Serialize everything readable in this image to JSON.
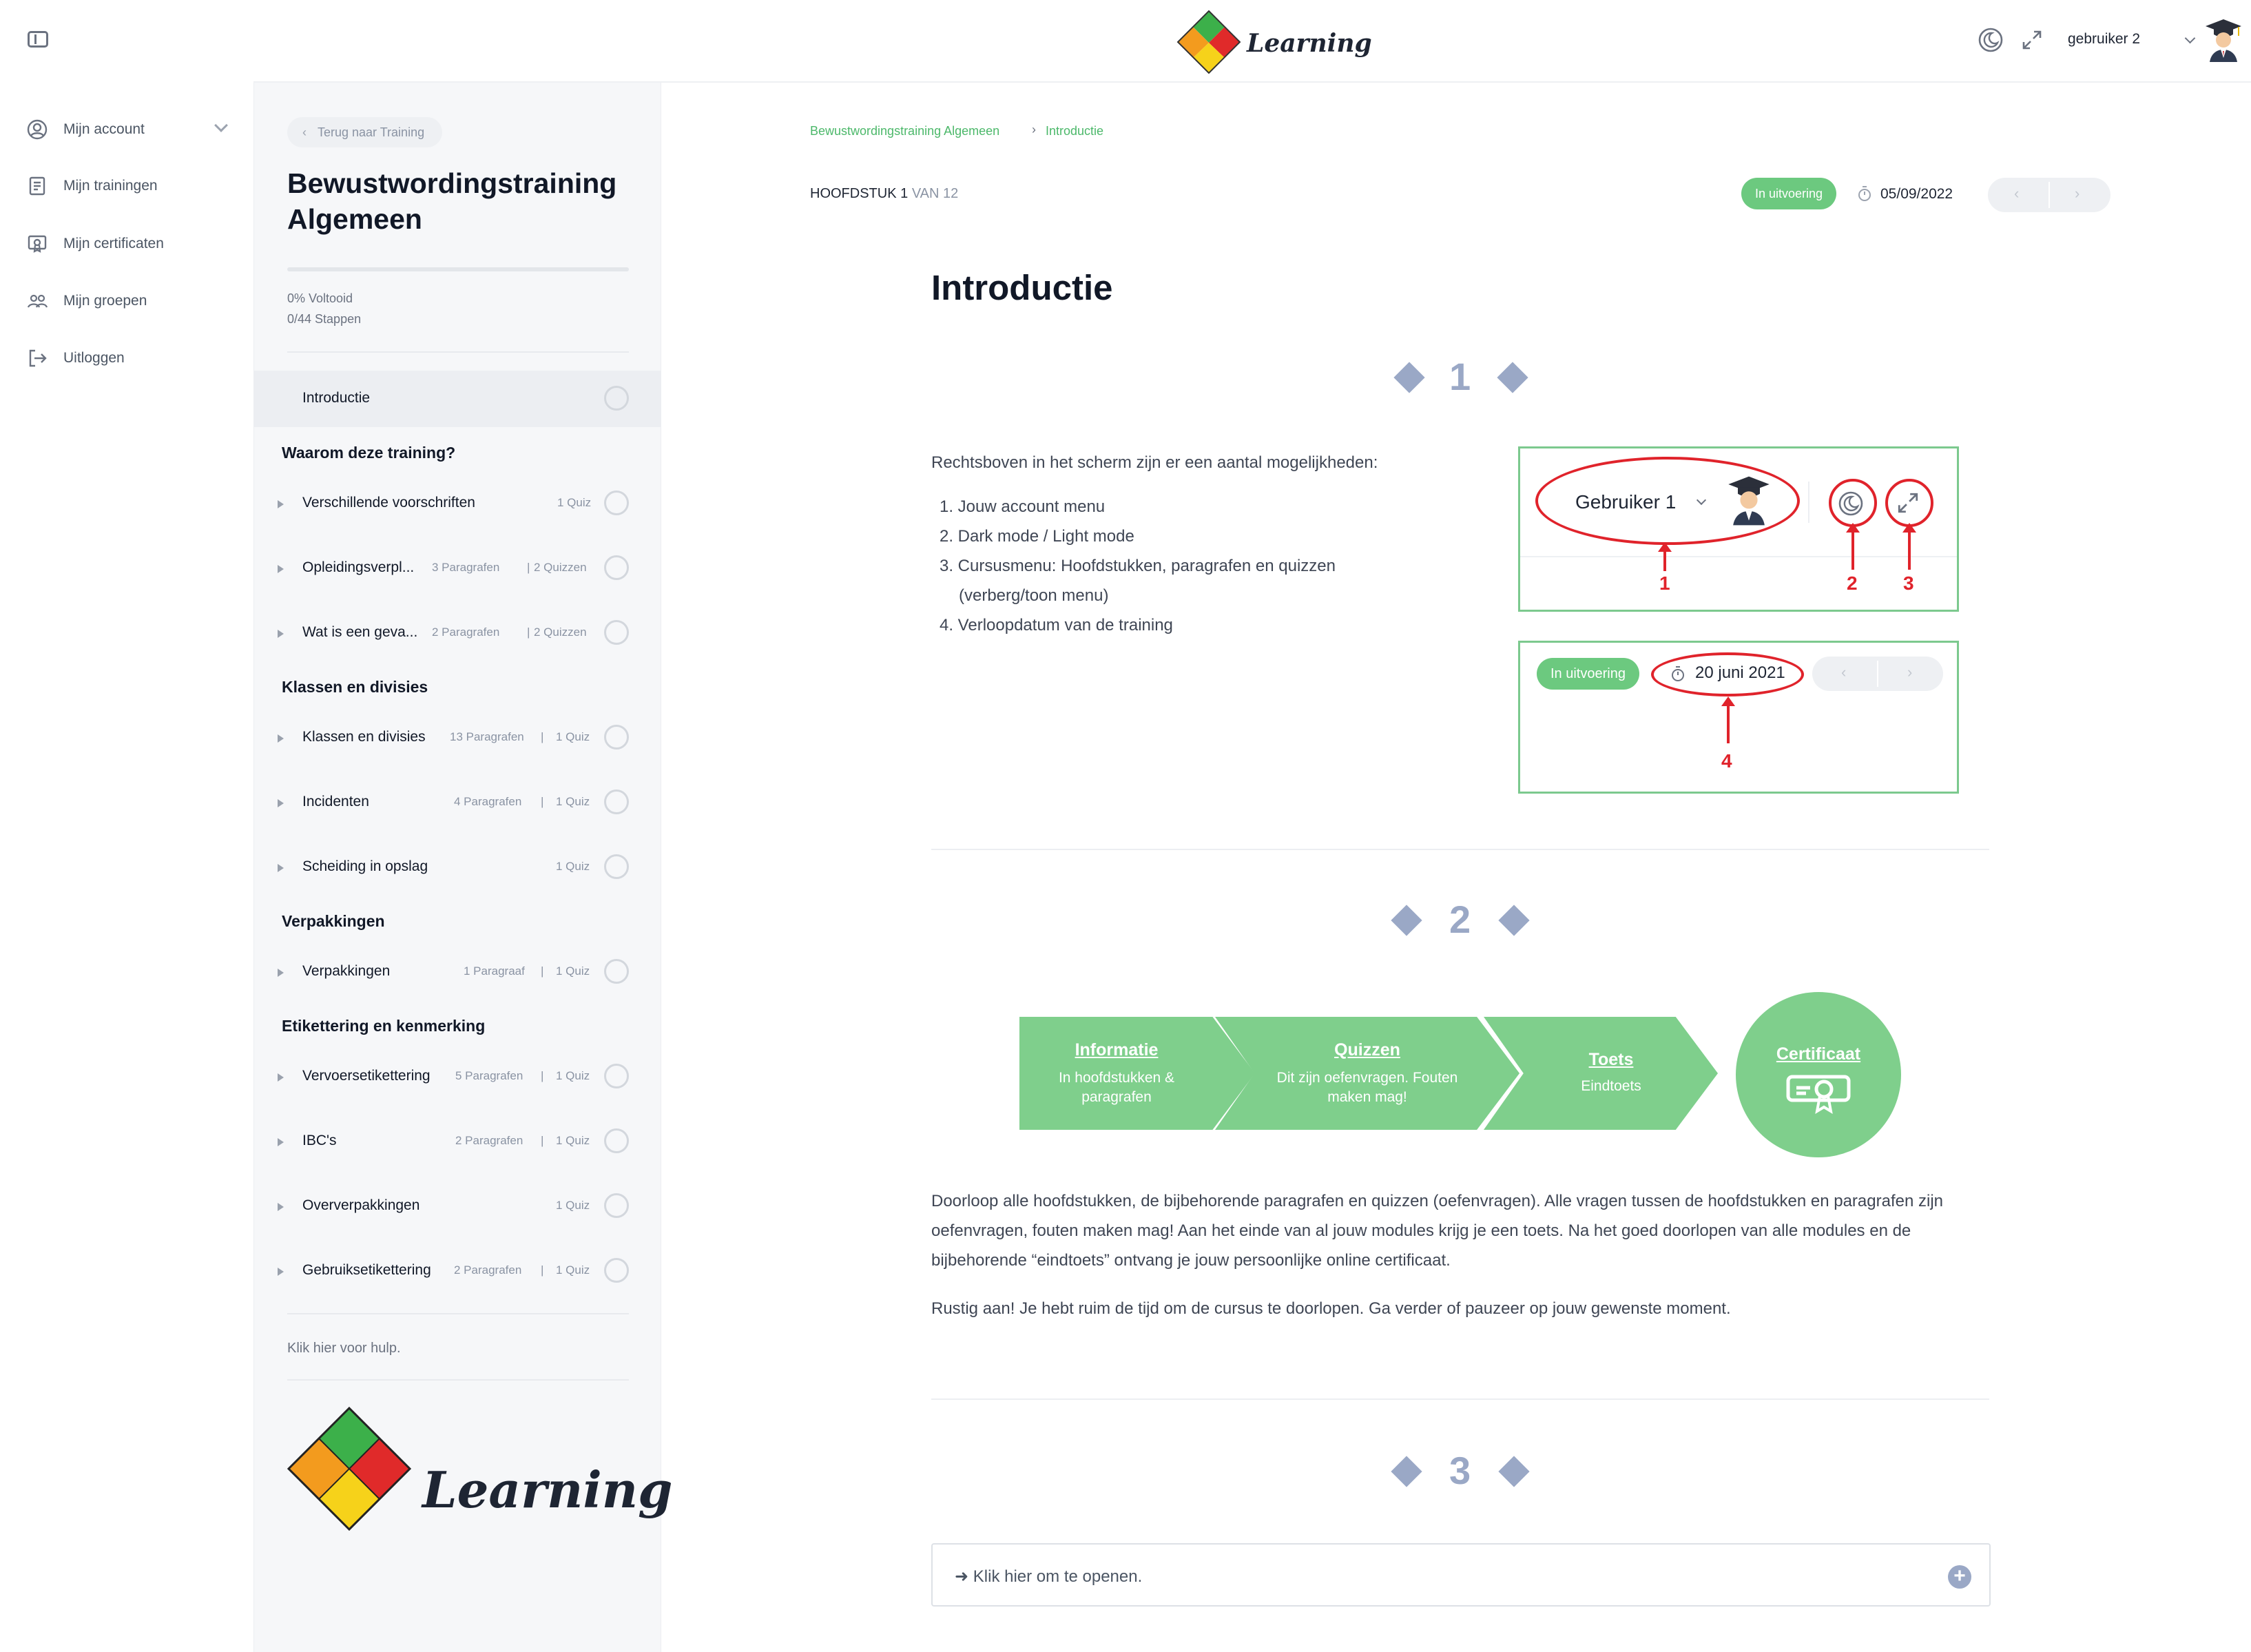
{
  "nav": {
    "items": [
      {
        "label": "Mijn account",
        "icon": "user-circle-icon"
      },
      {
        "label": "Mijn trainingen",
        "icon": "book-icon"
      },
      {
        "label": "Mijn certificaten",
        "icon": "certificate-icon"
      },
      {
        "label": "Mijn groepen",
        "icon": "users-icon"
      },
      {
        "label": "Uitloggen",
        "icon": "logout-icon"
      }
    ]
  },
  "header": {
    "logo_text": "Learning",
    "username": "gebruiker 2"
  },
  "course": {
    "back_label": "Terug naar Training",
    "title": "Bewustwordingstraining Algemeen",
    "progress_percent": 0,
    "completed_text": "0% Voltooid",
    "steps_text": "0/44 Stappen",
    "intro_item": "Introductie",
    "sections": [
      {
        "title": "Waarom deze training?",
        "items": [
          {
            "label": "Verschillende voorschriften",
            "paragraphs": "",
            "quizzes": "1 Quiz"
          },
          {
            "label": "Opleidingsverpl...",
            "paragraphs": "3 Paragrafen",
            "quizzes": "2 Quizzen"
          },
          {
            "label": "Wat is een geva...",
            "paragraphs": "2 Paragrafen",
            "quizzes": "2 Quizzen"
          }
        ]
      },
      {
        "title": "Klassen en divisies",
        "items": [
          {
            "label": "Klassen en divisies",
            "paragraphs": "13 Paragrafen",
            "quizzes": "1 Quiz"
          },
          {
            "label": "Incidenten",
            "paragraphs": "4 Paragrafen",
            "quizzes": "1 Quiz"
          },
          {
            "label": "Scheiding in opslag",
            "paragraphs": "",
            "quizzes": "1 Quiz"
          }
        ]
      },
      {
        "title": "Verpakkingen",
        "items": [
          {
            "label": "Verpakkingen",
            "paragraphs": "1 Paragraaf",
            "quizzes": "1 Quiz"
          }
        ]
      },
      {
        "title": "Etikettering en kenmerking",
        "items": [
          {
            "label": "Vervoersetikettering",
            "paragraphs": "5 Paragrafen",
            "quizzes": "1 Quiz"
          },
          {
            "label": "IBC's",
            "paragraphs": "2 Paragrafen",
            "quizzes": "1 Quiz"
          },
          {
            "label": "Oververpakkingen",
            "paragraphs": "",
            "quizzes": "1 Quiz"
          },
          {
            "label": "Gebruiksetikettering",
            "paragraphs": "2 Paragrafen",
            "quizzes": "1 Quiz"
          }
        ]
      }
    ],
    "help_text": "Klik hier voor hulp.",
    "footer_logo_text": "Learning"
  },
  "main": {
    "breadcrumb": [
      "Bewustwordingstraining Algemeen",
      "Introductie"
    ],
    "chapter_label": "HOOFDSTUK 1",
    "chapter_of": "VAN 12",
    "status": "In uitvoering",
    "date": "05/09/2022",
    "heading": "Introductie",
    "section_numbers": [
      "1",
      "2",
      "3"
    ],
    "intro_text": "Rechtsboven in het scherm zijn er een aantal mogelijkheden:",
    "options": [
      "1. Jouw account menu",
      "2. Dark mode / Light mode",
      "3. Cursusmenu: Hoofdstukken, paragrafen en quizzen",
      "(verberg/toon menu)",
      "4. Verloopdatum van de training"
    ],
    "demo": {
      "user_label": "Gebruiker 1",
      "markers": [
        "1",
        "2",
        "3",
        "4"
      ],
      "status": "In uitvoering",
      "date": "20 juni 2021"
    },
    "steps": [
      {
        "title": "Informatie",
        "sub": "In hoofdstukken & paragrafen"
      },
      {
        "title": "Quizzen",
        "sub": "Dit zijn oefenvragen. Fouten maken mag!"
      },
      {
        "title": "Toets",
        "sub": "Eindtoets"
      },
      {
        "title": "Certificaat",
        "sub": ""
      }
    ],
    "body_text": "Doorloop alle hoofdstukken, de bijbehorende paragrafen en quizzen (oefenvragen). Alle vragen tussen de hoofdstukken en paragrafen zijn oefenvragen, fouten maken mag! Aan het einde van al jouw modules krijg je een toets. Na het goed doorlopen van alle modules en de bijbehorende “eindtoets” ontvang je jouw persoonlijke online certificaat.",
    "body_text_2": "Rustig aan! Je hebt ruim de tijd om de cursus te doorlopen. Ga verder of pauzeer op jouw gewenste moment.",
    "accordion_label": "➜ Klik hier om te openen."
  },
  "colors": {
    "accent_green": "#6cc97f",
    "marker_red": "#e0232b",
    "diamond_blue": "#9aa8c6"
  }
}
